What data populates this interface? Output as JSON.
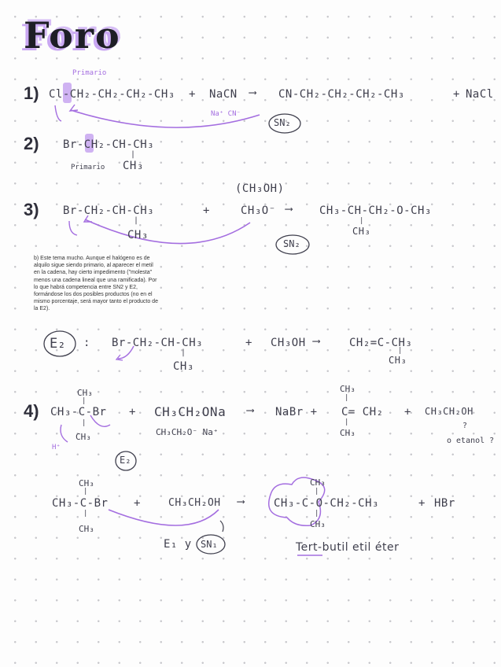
{
  "title": "Foro",
  "r1": {
    "number": "1)",
    "label": "Primario",
    "reactant": "Cl-CH₂-CH₂-CH₂-CH₃",
    "plus1": "+",
    "reagent": "NaCN",
    "arrow": "⟶",
    "product": "CN-CH₂-CH₂-CH₂-CH₃",
    "plus2": "+",
    "byproduct": "NaCl",
    "ions": "Na⁺ CN⁻",
    "mechanism": "SN₂"
  },
  "r2": {
    "number": "2)",
    "reactant": "Br-CH₂-CH-CH₃",
    "label": "Primario",
    "branch": "CH₃"
  },
  "r3": {
    "number": "3)",
    "solvent": "(CH₃OH)",
    "reactant": "Br-CH₂-CH-CH₃",
    "branch": "CH₃",
    "plus": "+",
    "reagent": "CH₃O⁻",
    "arrow": "⟶",
    "product": "CH₃-CH-CH₂-O-CH₃",
    "product_branch": "CH₃",
    "mechanism": "SN₂"
  },
  "note": "b) Este tema mucho. Aunque el halógeno es de alquilo sigue siendo primario, al aparecer el metil en la cadena, hay cierto impedimento (\"molesta\" menos una cadena lineal que una ramificada). Por lo que habrá competencia entre SN2 y E2, formándose los dos posibles productos (no en el mismo porcentaje, será mayor tanto el producto de la E2).",
  "e2": {
    "mechanism": "E₂",
    "colon": ":",
    "reactant": "Br-CH₂-CH-CH₃",
    "branch": "CH₃",
    "plus": "+",
    "reagent": "CH₃OH",
    "arrow": "⟶",
    "product": "CH₂=C-CH₃",
    "product_branch": "CH₃"
  },
  "r4": {
    "number": "4)",
    "top": "CH₃",
    "reactant": "CH₃-C-Br",
    "bottom": "CH₃",
    "hplus": "H⁺",
    "plus1": "+",
    "reagent": "CH₃CH₂ONa",
    "ions": "CH₃CH₂O⁻ Na⁺",
    "arrow": "⟶",
    "byproduct": "NaBr +",
    "product_top": "CH₃",
    "product": "C= CH₂",
    "product_bottom": "CH₃",
    "plus2": "+",
    "product2": "CH₃CH₂OH",
    "q": "?",
    "etanol": "o etanol ?",
    "mechanism": "E₂"
  },
  "r5": {
    "top": "CH₃",
    "reactant": "CH₃-C-Br",
    "bottom": "CH₃",
    "plus1": "+",
    "reagent": "CH₃CH₂OH",
    "arrow": "⟶",
    "product_top": "CH₃",
    "product": "CH₃-C-O-CH₂-CH₃",
    "product_bottom": "CH₃",
    "plus2": "+",
    "byproduct": "HBr",
    "mech_e1": "E₁ y",
    "mech_sn1": "SN₁",
    "name": "Tert-butil etil éter"
  },
  "colors": {
    "accent": "#a46ee0",
    "ink": "#3f3f4d",
    "dots": "#c8c8cc"
  }
}
